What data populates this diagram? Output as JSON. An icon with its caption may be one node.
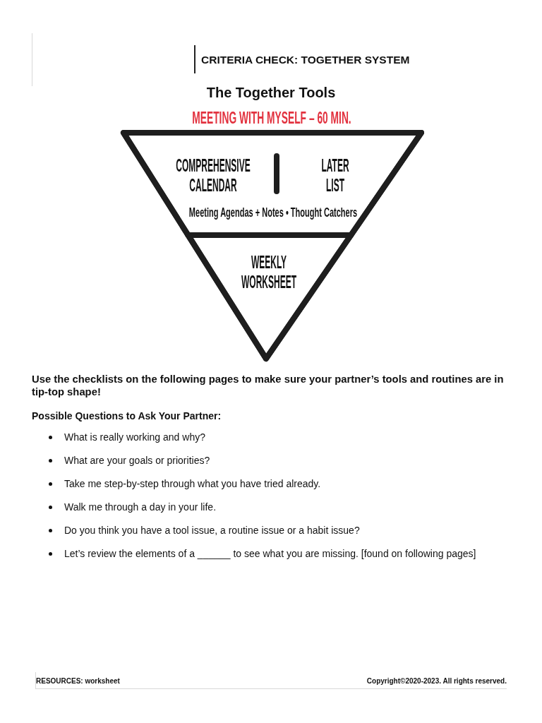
{
  "diagram": {
    "title": "The Together Tools",
    "nodes": [
      {
        "text": [
          "MEETING WITH MYSELF – 60 MIN."
        ]
      },
      {
        "text": [
          "COMPREHENSIVE CALENDAR",
          "LATER LIST",
          "Meeting Agendas + Notes • Thought Catchers"
        ],
        "in": 0
      },
      {
        "text": [
          "WEEKLY WORKSHEET"
        ],
        "in": 0
      }
    ],
    "labels": [
      "CRITERIA CHECK: TOGETHER SYSTEM",
      "Use the checklists on the following pages to make sure your partner’s tools and routines are in tip-top shape!",
      "Possible Questions to Ask Your Partner:",
      "What is really working and why?",
      "What are your goals or priorities?",
      "Take me step-by-step through what you have tried already.",
      "Walk me through a day in your life.",
      "Do you think you have a tool issue, a routine issue or a habit issue?",
      "Let’s review the elements of a ______ to see what you are missing. [found on following pages]",
      "RESOURCES: worksheet",
      "Copyright©2020-2023. All rights reserved."
    ]
  }
}
